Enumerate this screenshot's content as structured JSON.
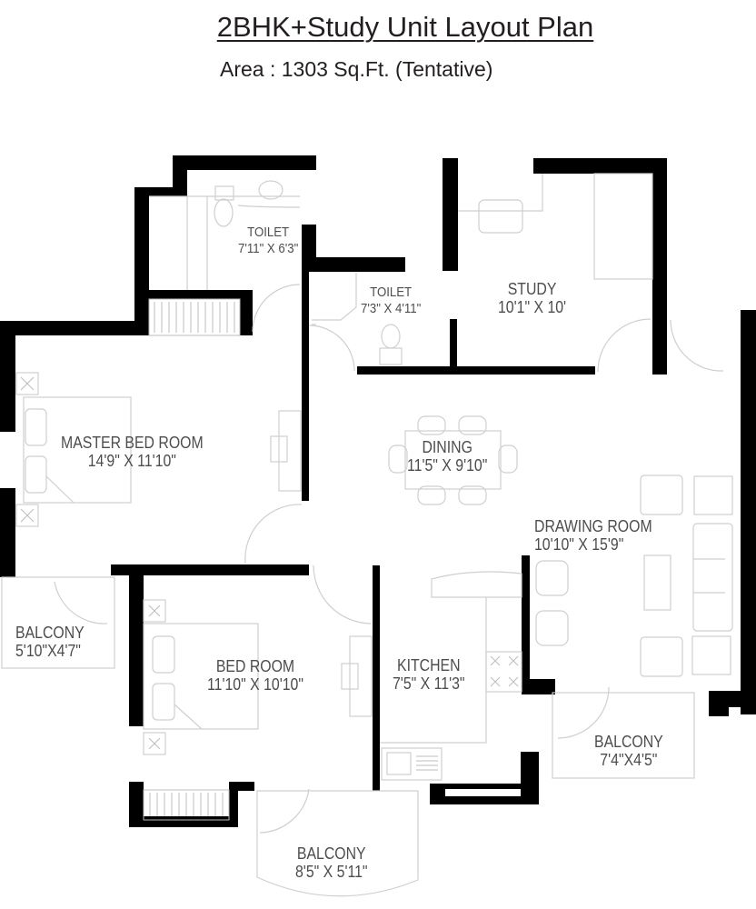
{
  "header": {
    "title": "2BHK+Study Unit Layout Plan",
    "area": "Area : 1303 Sq.Ft. (Tentative)"
  },
  "rooms": {
    "toilet_1": {
      "name": "TOILET",
      "size": "7'11\" X 6'3\""
    },
    "toilet_2": {
      "name": "TOILET",
      "size": "7'3\" X 4'11\""
    },
    "study": {
      "name": "STUDY",
      "size": "10'1\" X 10'"
    },
    "master_bedroom": {
      "name": "MASTER BED ROOM",
      "size": "14'9\" X  11'10\""
    },
    "dining": {
      "name": "DINING",
      "size": "11'5\" X 9'10\""
    },
    "drawing_room": {
      "name": "DRAWING ROOM",
      "size": "10'10\" X 15'9\""
    },
    "balcony_1": {
      "name": "BALCONY",
      "size": "5'10\"X4'7\""
    },
    "bedroom": {
      "name": "BED ROOM",
      "size": "11'10\" X 10'10\""
    },
    "kitchen": {
      "name": "KITCHEN",
      "size": "7'5\" X 11'3\""
    },
    "balcony_2": {
      "name": "BALCONY",
      "size": "7'4\"X4'5\""
    },
    "balcony_3": {
      "name": "BALCONY",
      "size": "8'5\" X 5'11\""
    }
  },
  "colors": {
    "wall": "#000000",
    "text": "#4d4d4d",
    "furniture": "#cfcfcf"
  }
}
